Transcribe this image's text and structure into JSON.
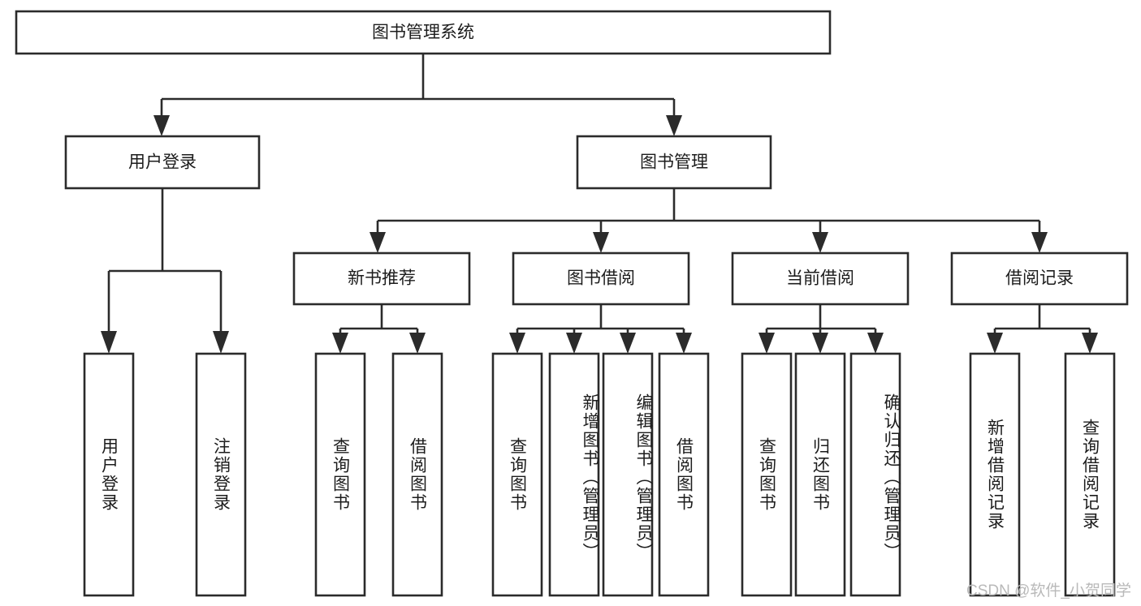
{
  "diagram": {
    "type": "tree-hierarchy",
    "title": "图书管理系统",
    "orientation": "top-down",
    "root": {
      "label": "图书管理系统",
      "text_direction": "horizontal"
    },
    "level2": [
      {
        "label": "用户登录",
        "text_direction": "horizontal"
      },
      {
        "label": "图书管理",
        "text_direction": "horizontal"
      }
    ],
    "level3": [
      {
        "label": "新书推荐",
        "text_direction": "horizontal"
      },
      {
        "label": "图书借阅",
        "text_direction": "horizontal"
      },
      {
        "label": "当前借阅",
        "text_direction": "horizontal"
      },
      {
        "label": "借阅记录",
        "text_direction": "horizontal"
      }
    ],
    "leaves": {
      "user_login": [
        {
          "label": "用户登录",
          "text_direction": "vertical"
        },
        {
          "label": "注销登录",
          "text_direction": "vertical"
        }
      ],
      "new_book_recommend": [
        {
          "label": "查询图书",
          "text_direction": "vertical"
        },
        {
          "label": "借阅图书",
          "text_direction": "vertical"
        }
      ],
      "book_borrow": [
        {
          "label": "查询图书",
          "text_direction": "vertical"
        },
        {
          "label": "新增图书（管理员）",
          "text_direction": "vertical"
        },
        {
          "label": "编辑图书（管理员）",
          "text_direction": "vertical"
        },
        {
          "label": "借阅图书",
          "text_direction": "vertical"
        }
      ],
      "current_borrow": [
        {
          "label": "查询图书",
          "text_direction": "vertical"
        },
        {
          "label": "归还图书",
          "text_direction": "vertical"
        },
        {
          "label": "确认归还（管理员）",
          "text_direction": "vertical"
        }
      ],
      "borrow_record": [
        {
          "label": "新增借阅记录",
          "text_direction": "vertical"
        },
        {
          "label": "查询借阅记录",
          "text_direction": "vertical"
        }
      ]
    },
    "colors": {
      "stroke": "#2b2b2b",
      "fill": "#ffffff",
      "text": "#1c1c1c",
      "watermark": "#b9b9b9",
      "background": "#ffffff"
    }
  },
  "watermark": {
    "text": "CSDN @软件_小贺同学"
  }
}
